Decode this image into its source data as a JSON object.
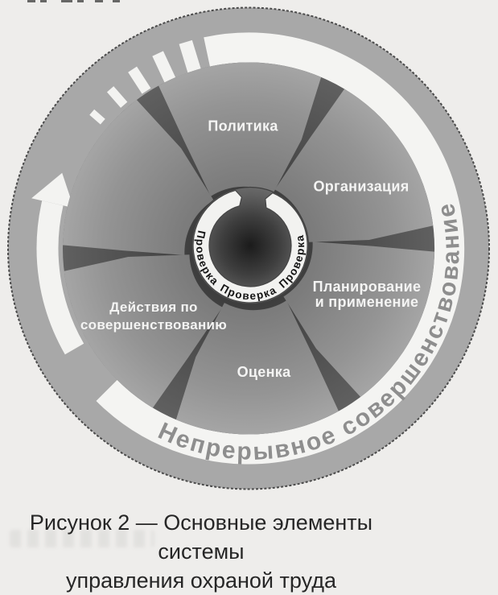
{
  "wheel": {
    "band_text": "Непрерывное совершенствование",
    "audit_labels": [
      "Проверка",
      "Проверка",
      "Проверка"
    ],
    "segments": [
      {
        "id": "policy",
        "label": "Политика"
      },
      {
        "id": "organization",
        "label": "Организация"
      },
      {
        "id": "planning",
        "line1": "Планирование",
        "line2": "и применение"
      },
      {
        "id": "evaluation",
        "label": "Оценка"
      },
      {
        "id": "action",
        "line1": "Действия по",
        "line2": "совершенствованию"
      }
    ],
    "colors": {
      "outer_ring": "#a8a8a8",
      "white_band": "#f4f4f2",
      "dark_disc": "#484848",
      "blade": "#8c8c8c",
      "blade_label_text": "#f4f4f3",
      "band_text": "#8e8e8e",
      "audit_text": "#141414",
      "caption_text": "#262626"
    }
  },
  "caption": {
    "line1": "Рисунок 2 — Основные элементы системы",
    "line2": "управления охраной труда"
  }
}
